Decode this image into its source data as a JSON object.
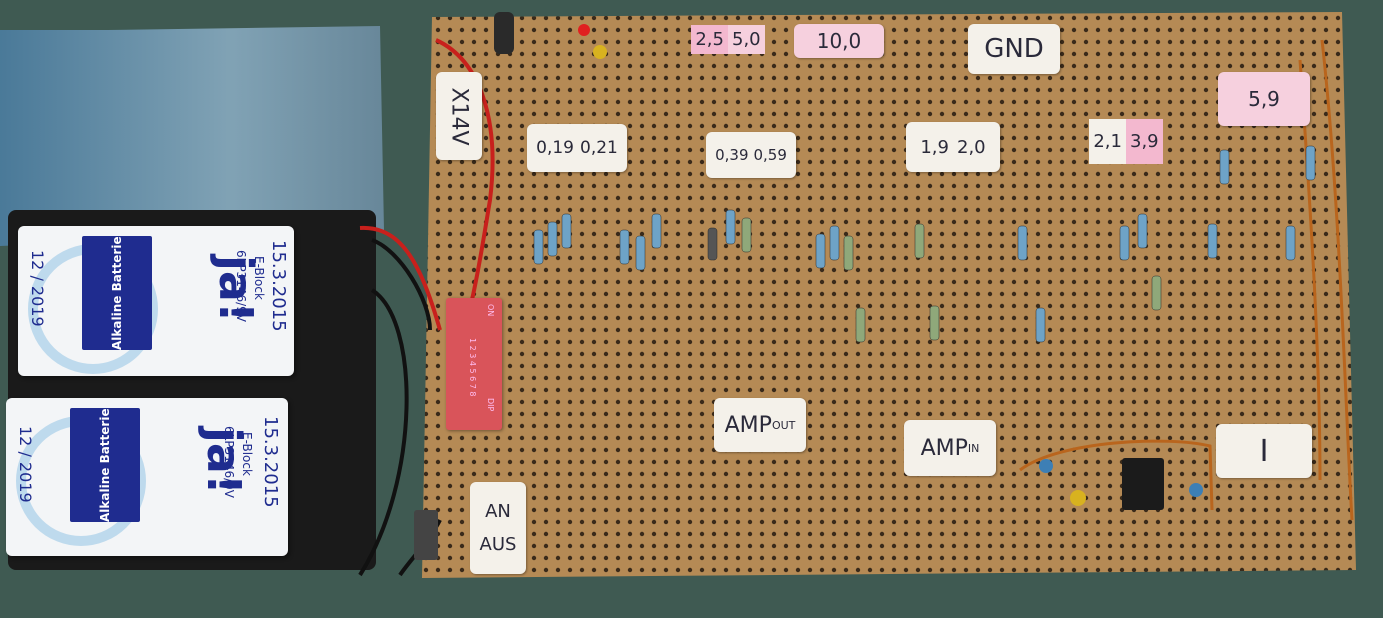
{
  "photo": {
    "labels": {
      "voltage": "X14V",
      "v_0_19": "0,19",
      "v_0_21": "0,21",
      "v_2_5": "2,5",
      "v_5_0": "5,0",
      "v_10_0": "10,0",
      "gnd": "GND",
      "v_0_39": "0,39",
      "v_0_59": "0,59",
      "v_1_9": "1,9",
      "v_2_0": "2,0",
      "v_2_1": "2,1",
      "v_3_9": "3,9",
      "v_5_9": "5,9",
      "amp_out": "AMP",
      "amp_out_sub": "OUT",
      "amp_in": "AMP",
      "amp_in_sub": "IN",
      "current": "I",
      "switch_on": "AN",
      "switch_off": "AUS"
    },
    "batteries": [
      {
        "brand": "Alkaline Batterie",
        "logo": "ja!",
        "type_line1": "E-Block",
        "type_line2": "6LP3146/9V",
        "date_written": "15.3.2015",
        "date_printed": "12 / 2019"
      },
      {
        "brand": "Alkaline Batterie",
        "logo": "ja!",
        "type_line1": "E-Block",
        "type_line2": "6LP3146/9V",
        "date_written": "15.3.2015",
        "date_printed": "12 / 2019"
      }
    ],
    "dip_switch": {
      "on_label": "ON",
      "dip_label": "DIP",
      "numbers": "1 2 3 4 5 6 7 8"
    },
    "colors": {
      "board": "#b58a55",
      "background": "#3f5a52",
      "label_paper": "#f4f1ea",
      "label_pink": "#f3b8cf",
      "battery_brand": "#1f2c8f",
      "dip_switch": "#d9545a",
      "wire_red": "#c8201c",
      "wire_copper": "#b9651d"
    }
  }
}
